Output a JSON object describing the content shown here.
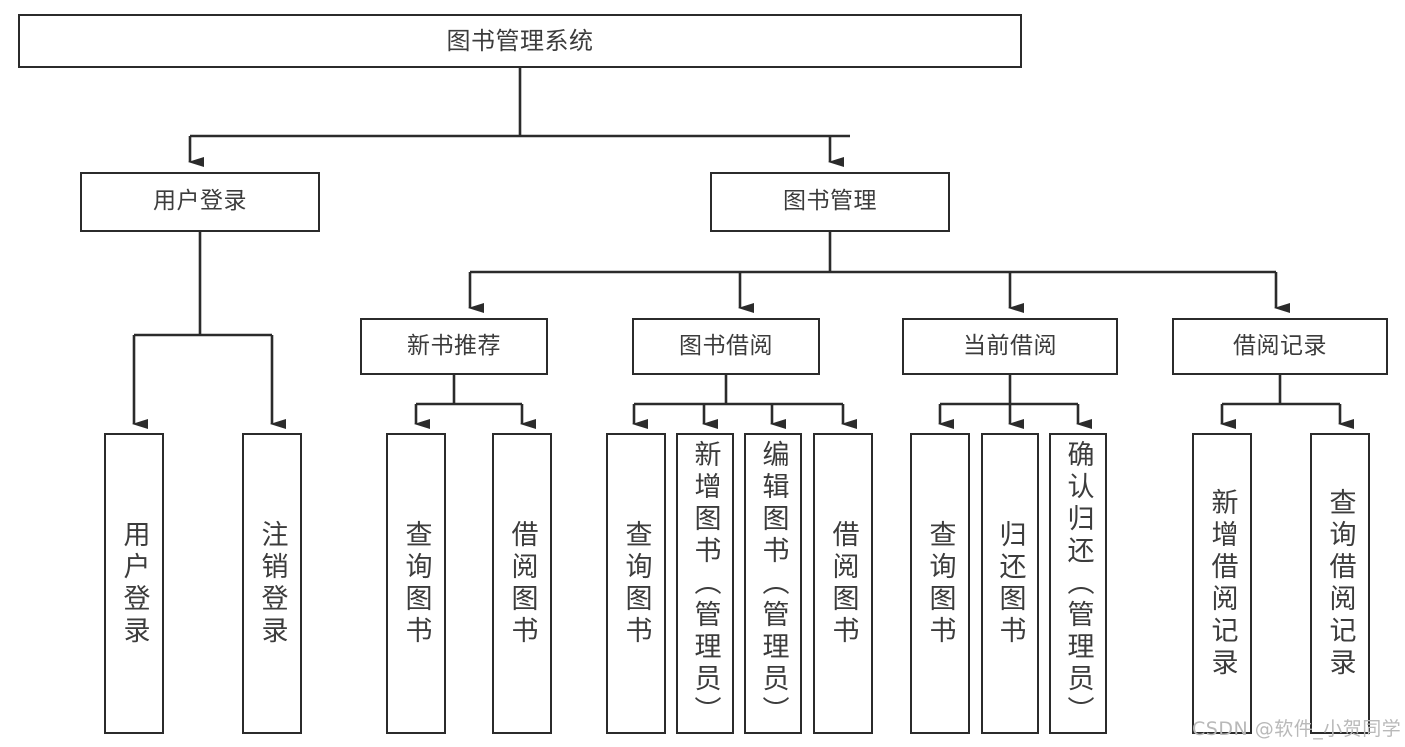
{
  "diagram": {
    "title": "图书管理系统",
    "type": "tree-hierarchy-diagram",
    "root": {
      "label": "图书管理系统"
    },
    "level1": [
      {
        "label": "用户登录"
      },
      {
        "label": "图书管理"
      }
    ],
    "level2": [
      {
        "label": "新书推荐"
      },
      {
        "label": "图书借阅"
      },
      {
        "label": "当前借阅"
      },
      {
        "label": "借阅记录"
      }
    ],
    "leaves": {
      "user_login": [
        {
          "label": "用户登录"
        },
        {
          "label": "注销登录"
        }
      ],
      "new_book_recommend": [
        {
          "label": "查询图书"
        },
        {
          "label": "借阅图书"
        }
      ],
      "book_borrow": [
        {
          "label": "查询图书"
        },
        {
          "label": "新增图书（管理员）"
        },
        {
          "label": "编辑图书（管理员）"
        },
        {
          "label": "借阅图书"
        }
      ],
      "current_borrow": [
        {
          "label": "查询图书"
        },
        {
          "label": "归还图书"
        },
        {
          "label": "确认归还（管理员）"
        }
      ],
      "borrow_record": [
        {
          "label": "新增借阅记录"
        },
        {
          "label": "查询借阅记录"
        }
      ]
    }
  },
  "watermark": {
    "text": "CSDN @软件_小贺同学"
  },
  "colors": {
    "border": "#2b2b2b",
    "text": "#3c3c3c",
    "background": "#ffffff",
    "connector": "#2b2b2b",
    "watermark": "#b9b9b9"
  }
}
